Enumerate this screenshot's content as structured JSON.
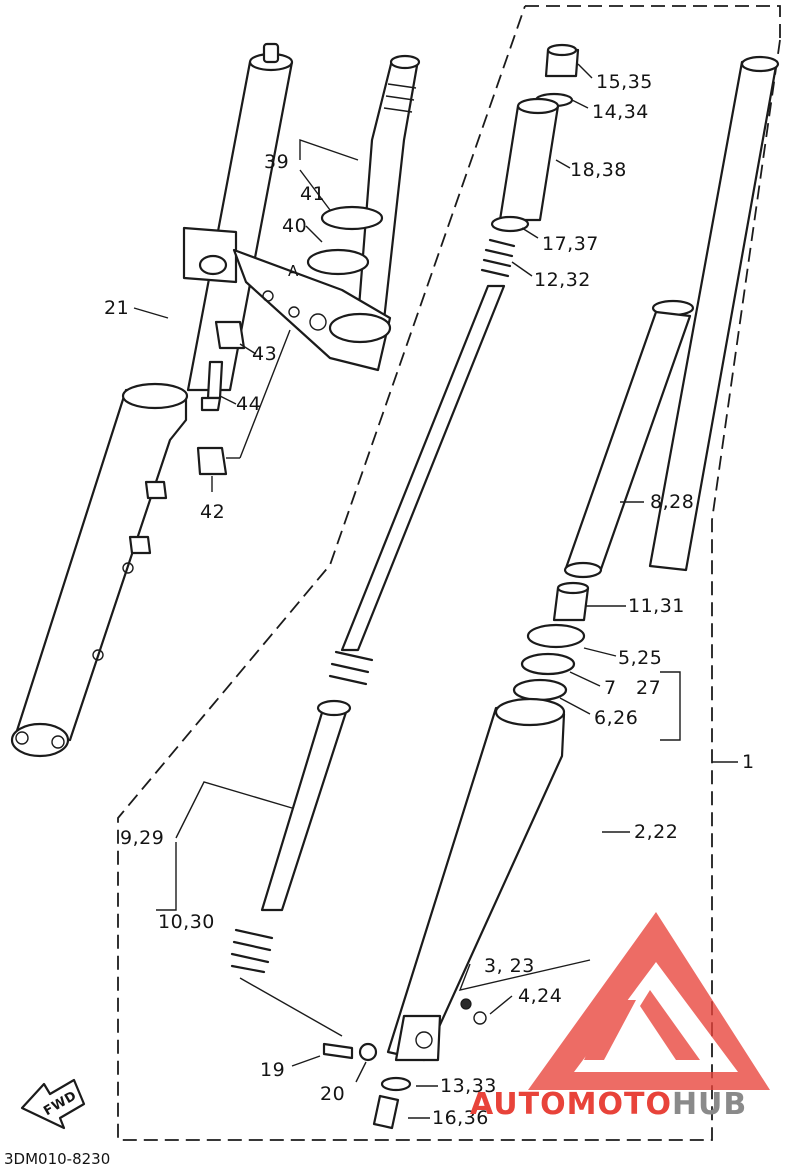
{
  "diagram": {
    "drawing_code": "3DM010-8230",
    "direction_label": "FWD",
    "marker_label": "A",
    "labels": [
      {
        "id": "15-35",
        "text": "15,35"
      },
      {
        "id": "14-34",
        "text": "14,34"
      },
      {
        "id": "18-38",
        "text": "18,38"
      },
      {
        "id": "17-37",
        "text": "17,37"
      },
      {
        "id": "12-32",
        "text": "12,32"
      },
      {
        "id": "39",
        "text": "39"
      },
      {
        "id": "41",
        "text": "41"
      },
      {
        "id": "40",
        "text": "40"
      },
      {
        "id": "21",
        "text": "21"
      },
      {
        "id": "43",
        "text": "43"
      },
      {
        "id": "44",
        "text": "44"
      },
      {
        "id": "42",
        "text": "42"
      },
      {
        "id": "8-28",
        "text": "8,28"
      },
      {
        "id": "11-31",
        "text": "11,31"
      },
      {
        "id": "5-25",
        "text": "5,25"
      },
      {
        "id": "7",
        "text": "7"
      },
      {
        "id": "27",
        "text": "27"
      },
      {
        "id": "6-26",
        "text": "6,26"
      },
      {
        "id": "1",
        "text": "1"
      },
      {
        "id": "9-29",
        "text": "9,29"
      },
      {
        "id": "2-22",
        "text": "2,22"
      },
      {
        "id": "10-30",
        "text": "10,30"
      },
      {
        "id": "3-23",
        "text": "3, 23"
      },
      {
        "id": "4-24",
        "text": "4,24"
      },
      {
        "id": "19",
        "text": "19"
      },
      {
        "id": "20",
        "text": "20"
      },
      {
        "id": "13-33",
        "text": "13,33"
      },
      {
        "id": "16-36",
        "text": "16,36"
      }
    ]
  },
  "watermark": {
    "part1": "AUTO",
    "part2": "MOTO",
    "part3": "HUB",
    "color_red": "#e8433a",
    "color_gray": "#8a8a8a"
  }
}
